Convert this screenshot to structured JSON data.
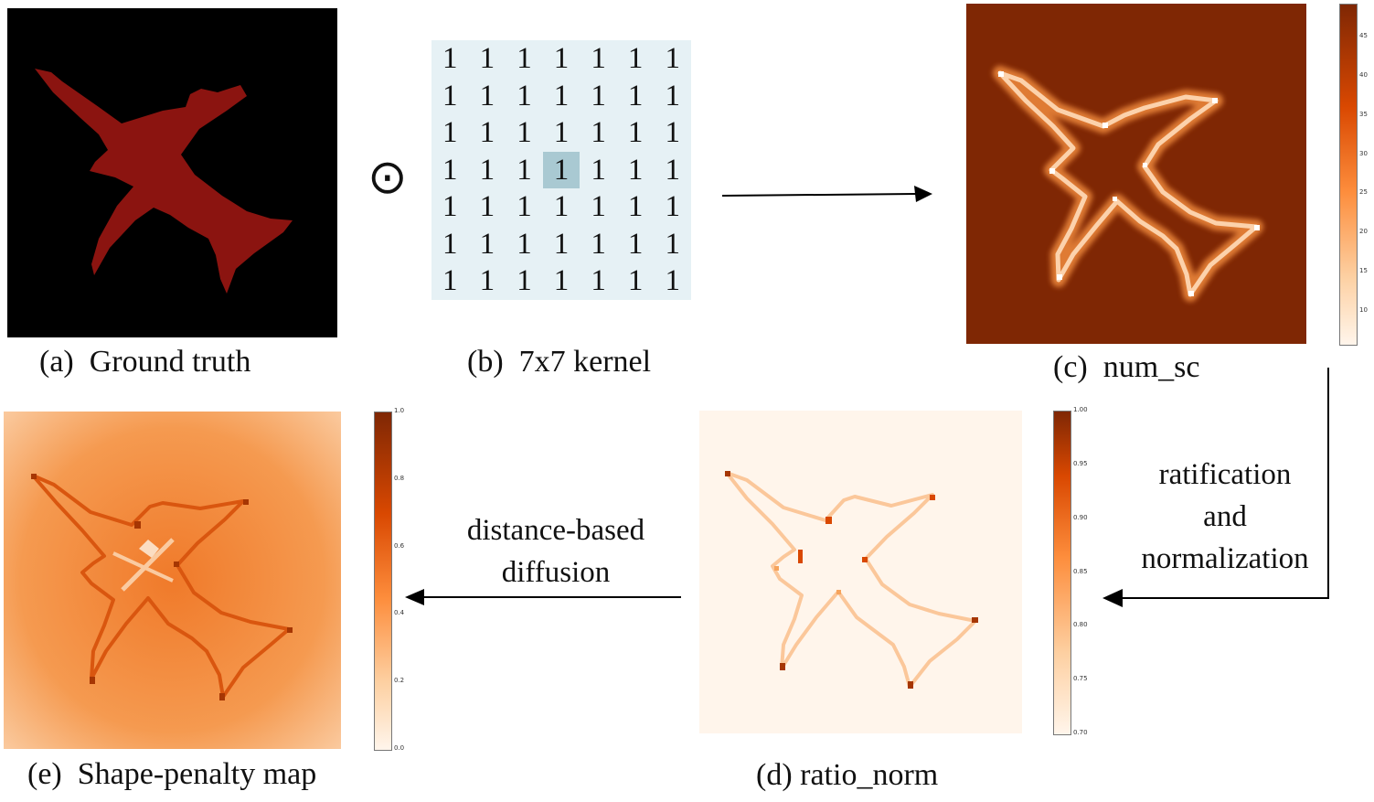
{
  "panels": {
    "a": {
      "caption": "(a)  Ground truth"
    },
    "b": {
      "caption": "(b)  7x7 kernel",
      "kernel_value": "1",
      "kernel_rows": 7,
      "kernel_cols": 7
    },
    "c": {
      "caption": "(c)  num_sc",
      "colorbar_ticks": [
        "45",
        "40",
        "35",
        "30",
        "25",
        "20",
        "15",
        "10"
      ]
    },
    "d": {
      "caption": "(d) ratio_norm",
      "colorbar_ticks": [
        "1.00",
        "0.95",
        "0.90",
        "0.85",
        "0.80",
        "0.75",
        "0.70"
      ]
    },
    "e": {
      "caption": "(e)  Shape-penalty map",
      "colorbar_ticks": [
        "1.0",
        "0.8",
        "0.6",
        "0.4",
        "0.2",
        "0.0"
      ]
    }
  },
  "operator_symbol": "⊙",
  "arrow_notes": {
    "ratification": [
      "ratification",
      "and",
      "normalization"
    ],
    "diffusion": [
      "distance-based",
      "diffusion"
    ]
  },
  "colors": {
    "ground_truth_bg": "#000000",
    "ground_truth_fg": "#8b1410",
    "kernel_bg": "#e6f1f5",
    "kernel_center": "#a9c9d2",
    "num_sc_bg": "#7f2704",
    "ratio_bg": "#fff5eb"
  }
}
